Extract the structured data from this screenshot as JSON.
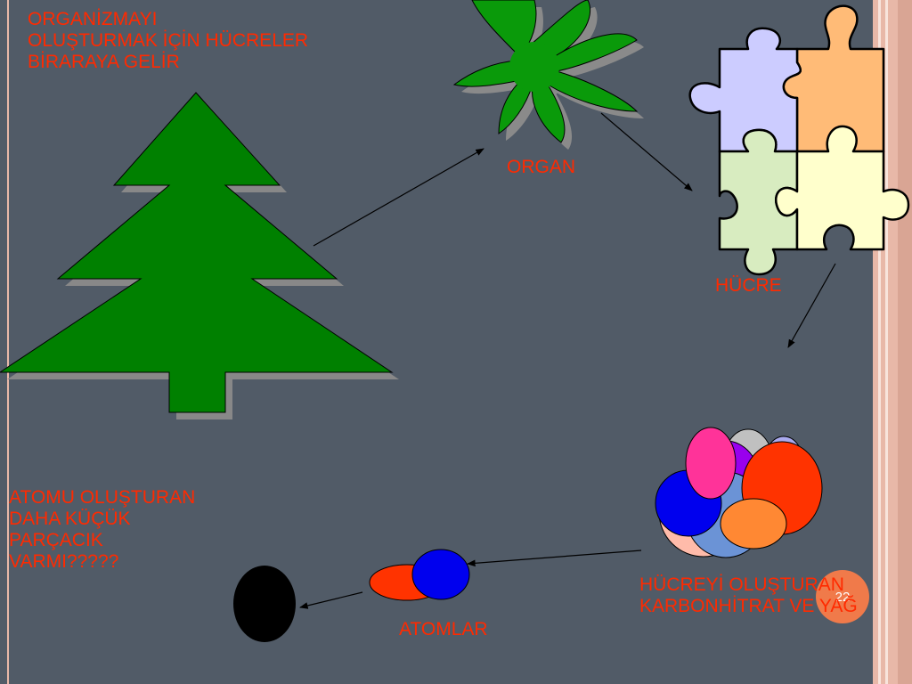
{
  "slide": {
    "title_text": "ORGANİZMAYI\nOLUŞTURMAK İÇİN HÜCRELER\nBİRARAYA GELİR",
    "organ_label": "ORGAN",
    "cell_label": "HÜCRE",
    "molecules_label": "HÜCREYİ OLUŞTURAN\nKARBONHİTRAT VE YAĞ",
    "atoms_label": "ATOMLAR",
    "question_text": "ATOMU OLUŞTURAN\nDAHA KÜÇÜK\nPARÇACIK\nVARMI?????",
    "page_number": "22"
  },
  "colors": {
    "background": "#515b67",
    "label_text": "#ff2a00",
    "tree_green": "#008000",
    "plant_green": "#0a9a0a",
    "puzzle_lavender": "#ccccff",
    "puzzle_orange": "#ffbb77",
    "puzzle_pale_green": "#d8ecc0",
    "puzzle_cream": "#ffffcc",
    "atom_red": "#ff3300",
    "atom_blue": "#0000ee",
    "molecule_pink": "#ff3399",
    "molecule_purple": "#9900ee",
    "molecule_orange": "#ff8833",
    "particle_black": "#000000",
    "page_badge": "#f07a4a",
    "border_stripe": "#e8b8a8"
  },
  "icons": [
    "tree-icon",
    "plant-icon",
    "puzzle-icon",
    "molecule-cluster-icon",
    "atom-pair-icon",
    "particle-icon",
    "arrow-icon"
  ]
}
